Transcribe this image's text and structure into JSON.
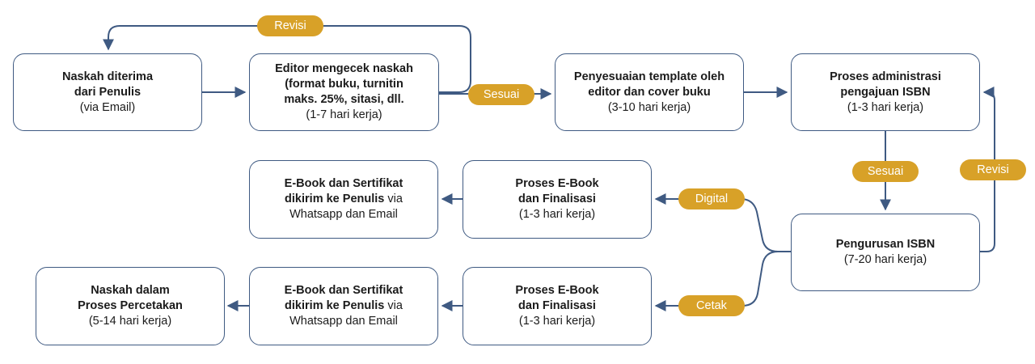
{
  "boxes": {
    "b1": {
      "line1": "Naskah diterima",
      "line2": "dari Penulis",
      "line3": "(via Email)"
    },
    "b2": {
      "line1": "Editor mengecek naskah",
      "line2": "(format buku, turnitin",
      "line3": "maks. 25%, sitasi, dll.",
      "line4": "(1-7 hari kerja)"
    },
    "b3": {
      "line1": "Penyesuaian template oleh",
      "line2": "editor dan cover buku",
      "line3": "(3-10 hari kerja)"
    },
    "b4": {
      "line1": "Proses administrasi",
      "line2": "pengajuan ISBN",
      "line3": "(1-3 hari kerja)"
    },
    "b5": {
      "line1": "Pengurusan ISBN",
      "line2": "(7-20 hari kerja)"
    },
    "b6": {
      "line1": "Proses E-Book",
      "line2": "dan Finalisasi",
      "line3": "(1-3 hari kerja)"
    },
    "b7": {
      "line1": "E-Book dan Sertifikat",
      "line2_bold": "dikirim ke Penulis",
      "line2_normal": " via",
      "line3": "Whatsapp dan Email"
    },
    "b8": {
      "line1": "Proses E-Book",
      "line2": "dan Finalisasi",
      "line3": "(1-3 hari kerja)"
    },
    "b9": {
      "line1": "E-Book dan Sertifikat",
      "line2_bold": "dikirim ke Penulis",
      "line2_normal": " via",
      "line3": "Whatsapp dan Email"
    },
    "b10": {
      "line1": "Naskah dalam",
      "line2": "Proses Percetakan",
      "line3": "(5-14 hari kerja)"
    }
  },
  "labels": {
    "revisi_top": "Revisi",
    "sesuai_top": "Sesuai",
    "sesuai_mid": "Sesuai",
    "revisi_right": "Revisi",
    "digital": "Digital",
    "cetak": "Cetak"
  },
  "colors": {
    "line": "#3f5a82",
    "pill": "#d8a128",
    "pill_text": "#ffffff"
  }
}
